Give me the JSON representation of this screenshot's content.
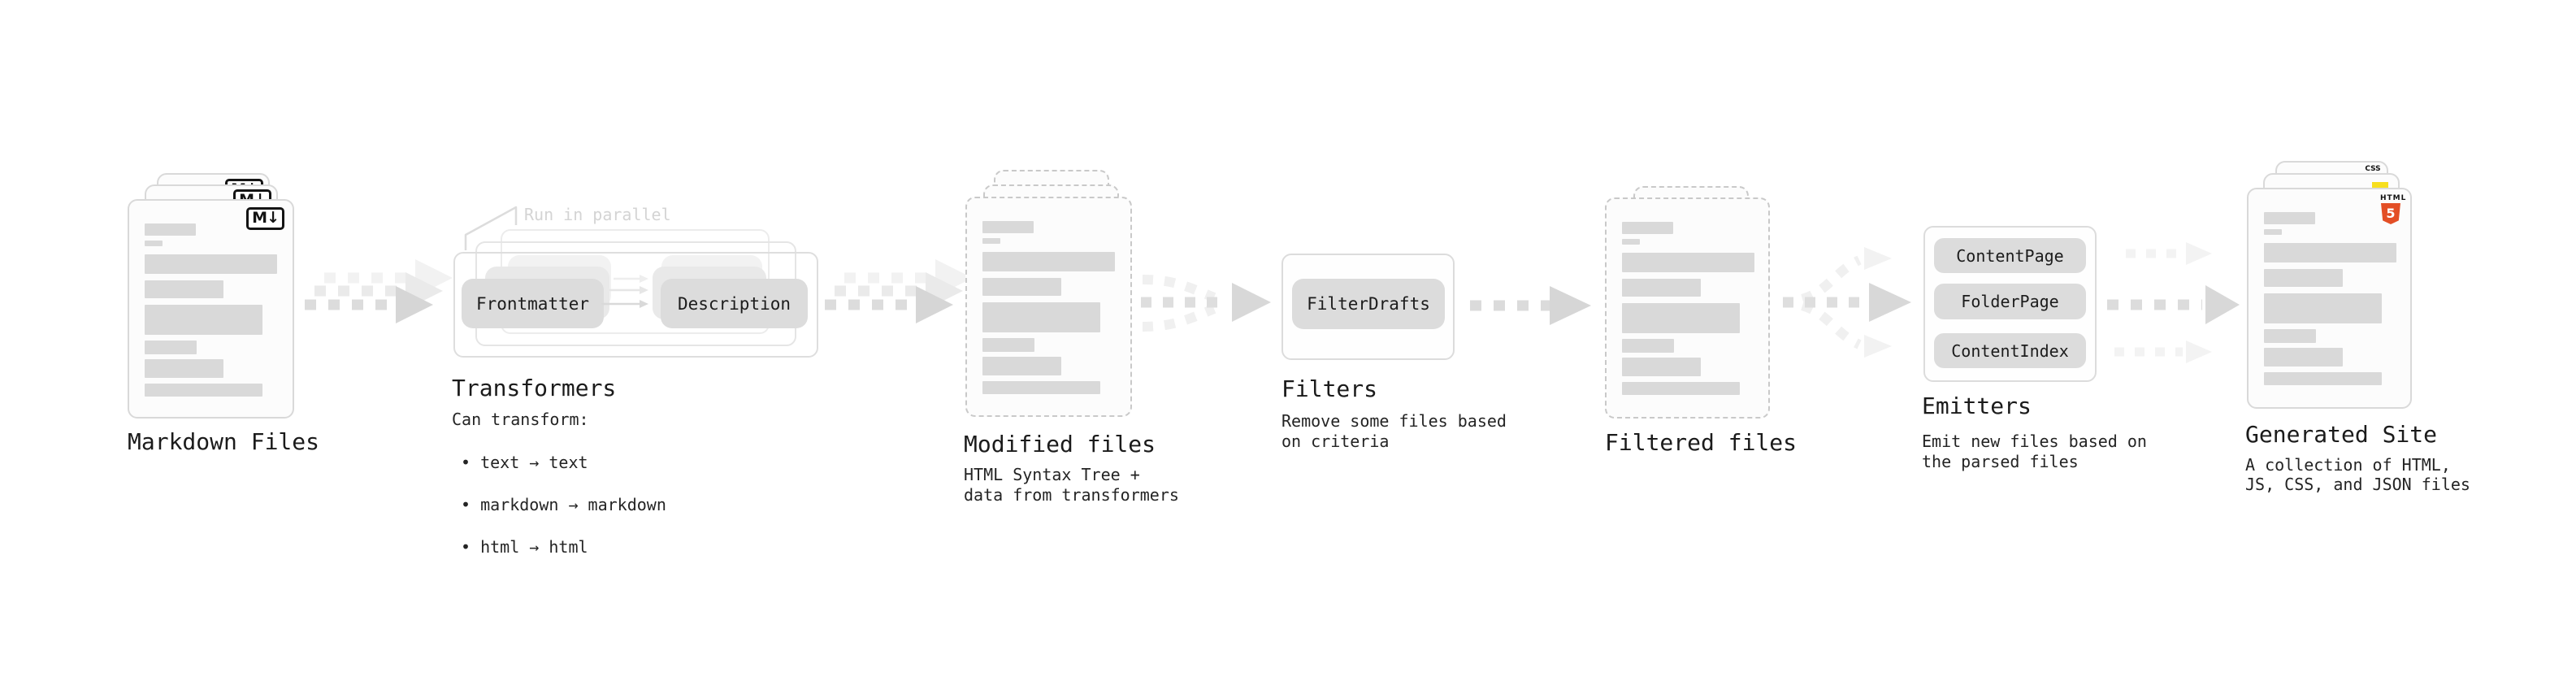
{
  "diagram": {
    "nodes": {
      "markdown_files": {
        "label": "Markdown Files",
        "badge": "M↓"
      },
      "transformers": {
        "annotation": "Run in parallel",
        "steps": [
          "Frontmatter",
          "Description"
        ],
        "title": "Transformers",
        "subtitle": "Can transform:",
        "bullets": [
          "• text → text",
          "• markdown → markdown",
          "• html → html"
        ]
      },
      "modified_files": {
        "title": "Modified files",
        "description": "HTML Syntax Tree +\ndata from transformers"
      },
      "filters": {
        "steps": [
          "FilterDrafts"
        ],
        "title": "Filters",
        "description": "Remove some files based\non criteria"
      },
      "filtered_files": {
        "label": "Filtered files"
      },
      "emitters": {
        "steps": [
          "ContentPage",
          "FolderPage",
          "ContentIndex"
        ],
        "title": "Emitters",
        "description": "Emit new files based on\nthe parsed files"
      },
      "generated_site": {
        "title": "Generated Site",
        "description": "A collection of HTML,\nJS, CSS, and JSON files",
        "badges": {
          "css_label": "CSS",
          "html_label": "HTML",
          "html_number": "5"
        }
      }
    },
    "colors": {
      "html5_orange": "#e34f26",
      "js_yellow": "#f7df1e",
      "css_blue": "#2b62f0",
      "arrow_gray": "#dcdcdc",
      "placeholder_gray": "#d9d9d9"
    }
  }
}
